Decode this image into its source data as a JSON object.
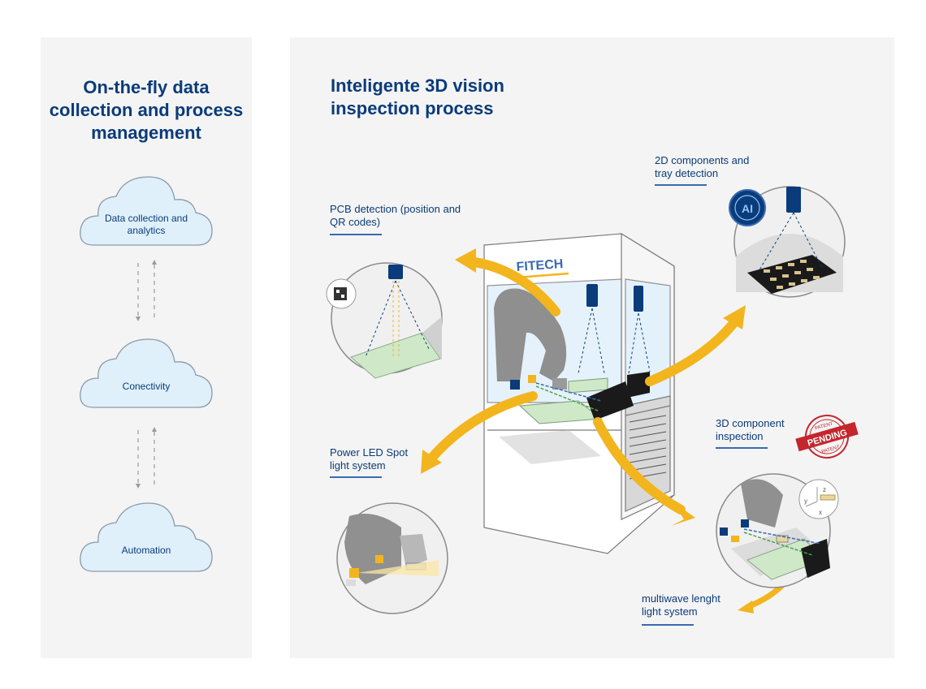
{
  "left": {
    "title": "On-the-fly data collection and process management",
    "clouds": [
      {
        "label": "Data collection and analytics"
      },
      {
        "label": "Conectivity"
      },
      {
        "label": "Automation"
      }
    ]
  },
  "right": {
    "title": "Inteligente 3D vision inspection process",
    "callouts": {
      "pcb": "PCB detection (position and QR codes)",
      "twod": "2D components and tray detection",
      "power": "Power LED Spot light system",
      "threed": "3D component inspection",
      "multi": "multiwave lenght light system"
    },
    "machine_brand": "FITECH",
    "ai_badge": "AI",
    "stamp": {
      "top": "PATENT",
      "middle": "PENDING",
      "bottom": "PATENT"
    },
    "axes": {
      "x": "x",
      "y": "y",
      "z": "z"
    }
  },
  "colors": {
    "accent": "#f2b51e",
    "title_blue": "#0a3b7a",
    "underline_blue": "#3a6ab0",
    "cloud_fill": "#dff0fb",
    "stamp_red": "#c4262e",
    "panel_bg": "#f4f4f4"
  }
}
